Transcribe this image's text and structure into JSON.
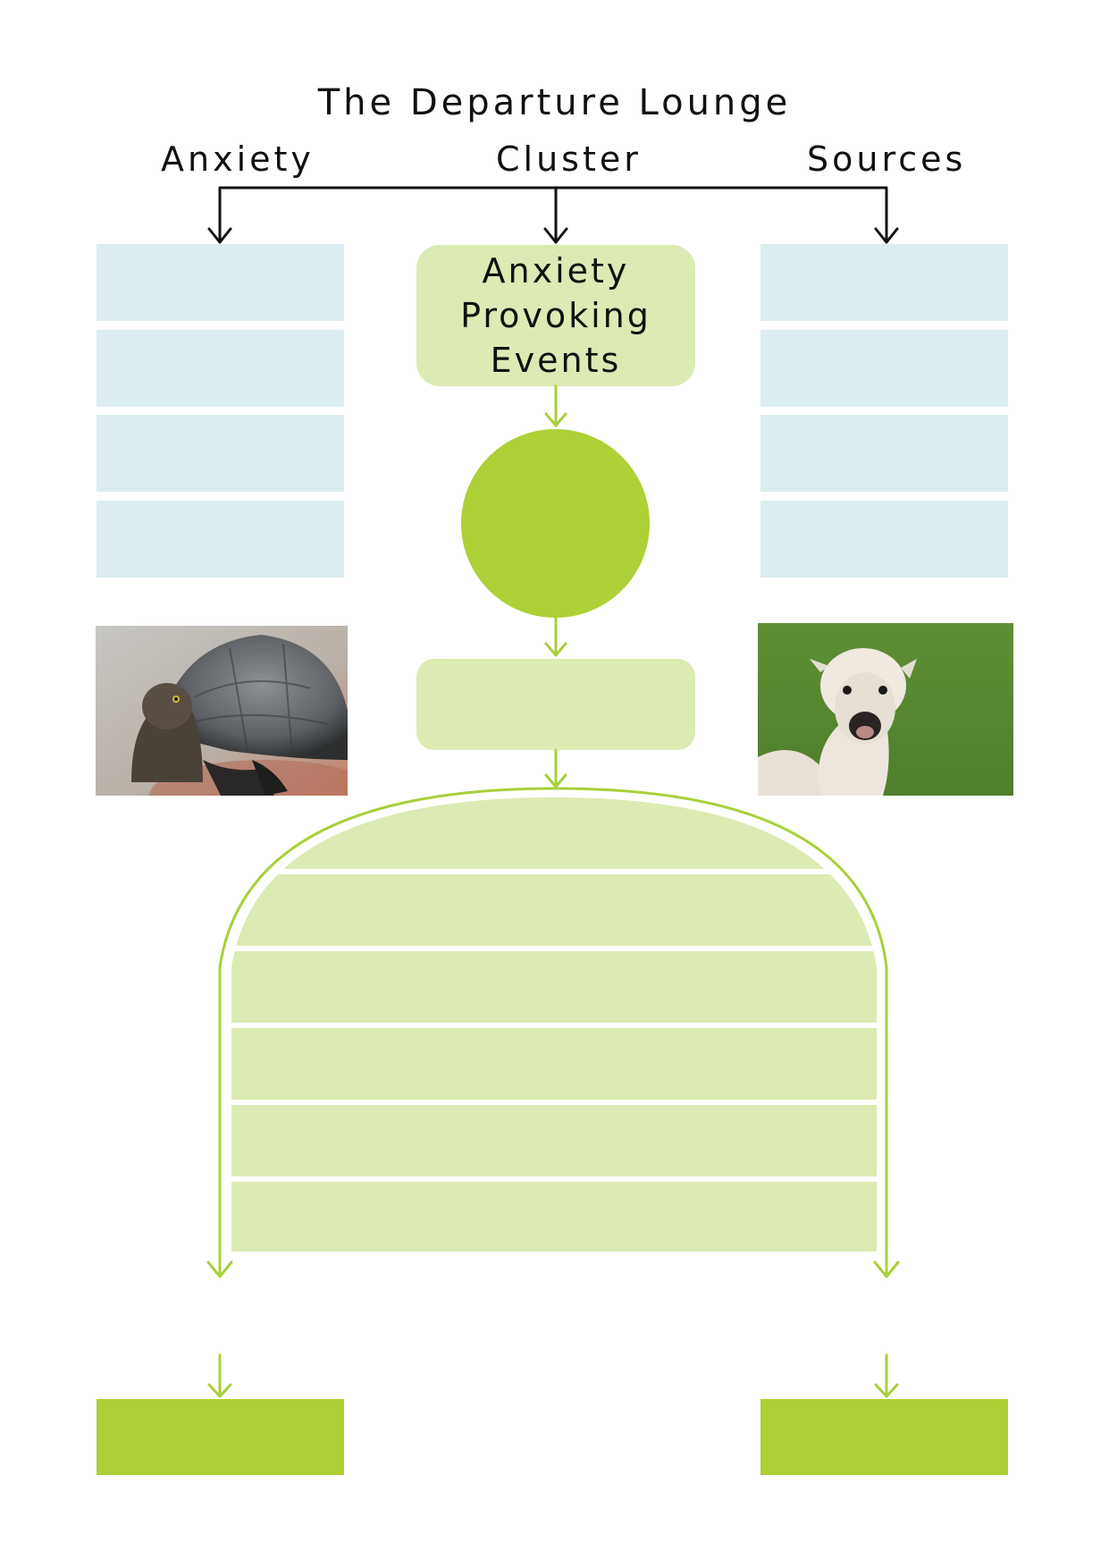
{
  "title": "The Departure Lounge",
  "headings": {
    "left": "Anxiety",
    "center": "Cluster",
    "right": "Sources"
  },
  "center_box": {
    "lines": [
      "Anxiety",
      "Provoking",
      "Events"
    ]
  },
  "left_column": {
    "boxes": [
      "",
      "",
      "",
      ""
    ]
  },
  "right_column": {
    "boxes": [
      "",
      "",
      "",
      ""
    ]
  },
  "dome": {
    "rows": [
      "",
      "",
      "",
      "",
      "",
      ""
    ]
  },
  "images": {
    "left": "turtle-photo",
    "right": "alpaca-photo"
  },
  "colors": {
    "light_blue": "#dcedf1",
    "light_green": "#dcebb3",
    "bright_green": "#add136",
    "arrow_black": "#111111",
    "arrow_green": "#a8d03a"
  }
}
